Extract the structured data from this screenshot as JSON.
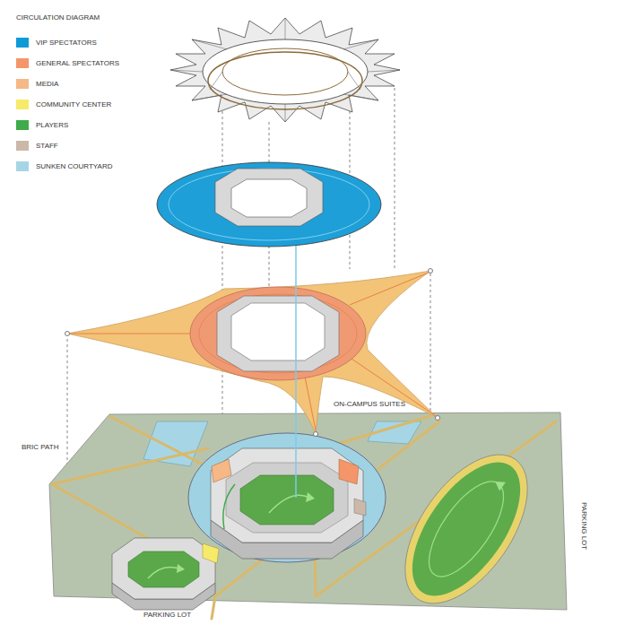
{
  "diagram": {
    "title": "CIRCULATION DIAGRAM",
    "labels": [
      "ON-CAMPUS SUITES",
      "BRIC PATH",
      "PARKING LOT",
      "PARKING LOT"
    ],
    "legend": [
      {
        "text": "VIP SPECTATORS",
        "color": "#0d9bd7"
      },
      {
        "text": "GENERAL SPECTATORS",
        "color": "#f4956a"
      },
      {
        "text": "MEDIA",
        "color": "#f6b886"
      },
      {
        "text": "COMMUNITY CENTER",
        "color": "#f6ea6a"
      },
      {
        "text": "PLAYERS",
        "color": "#3fab4a"
      },
      {
        "text": "STAFF",
        "color": "#cbb8a9"
      },
      {
        "text": "SUNKEN COURTYARD",
        "color": "#a6d6e6"
      }
    ]
  }
}
